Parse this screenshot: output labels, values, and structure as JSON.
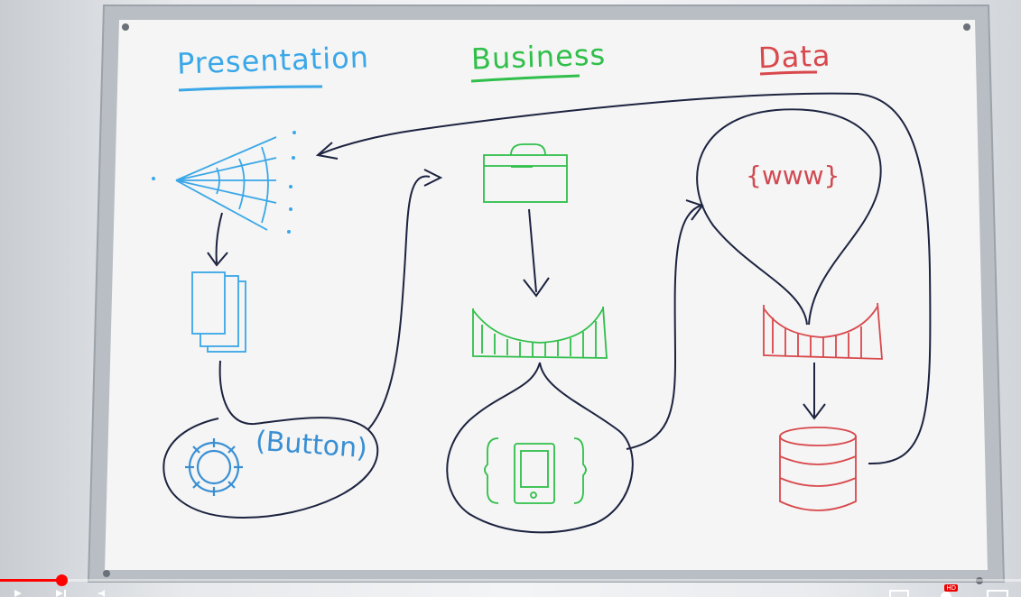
{
  "headings": {
    "presentation": "Presentation",
    "business": "Business",
    "data": "Data"
  },
  "labels": {
    "button": "(Button)",
    "www": "{www}"
  },
  "player": {
    "progress": 0.06,
    "hd_badge": "HD"
  },
  "colors": {
    "presentation": "#3aa7e8",
    "business": "#2fbf4a",
    "data": "#d9484d",
    "connector": "#1d2340",
    "progress": "#ff0000"
  },
  "icons": [
    "spider-web-icon",
    "documents-icon",
    "gear-icon",
    "briefcase-icon",
    "bridge-icon",
    "mobile-phone-icon",
    "database-icon",
    "play-icon",
    "next-icon",
    "volume-icon",
    "settings-icon",
    "fullscreen-icon"
  ]
}
